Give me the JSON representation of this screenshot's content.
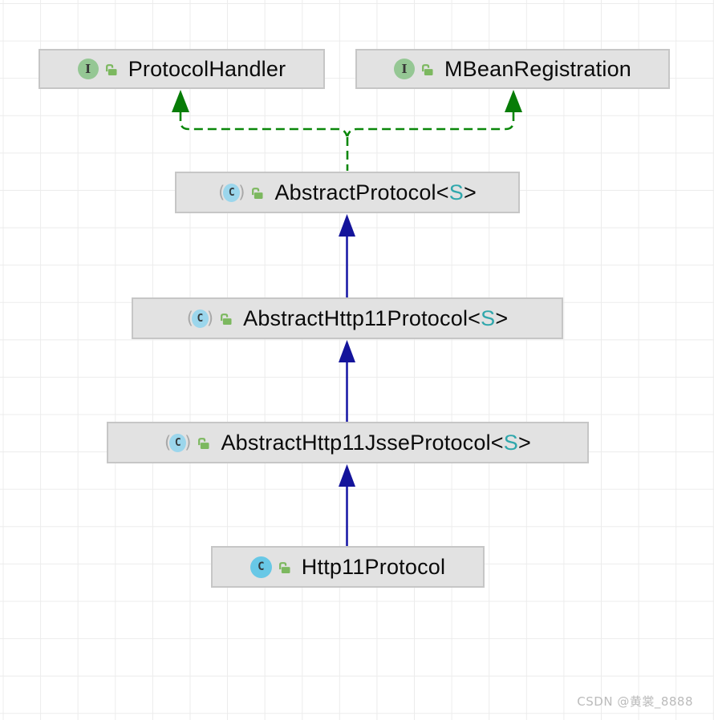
{
  "diagram": {
    "type": "uml-class-diagram",
    "nodes": [
      {
        "id": "protocol-handler",
        "kind": "interface",
        "name": "ProtocolHandler"
      },
      {
        "id": "mbean-registration",
        "kind": "interface",
        "name": "MBeanRegistration"
      },
      {
        "id": "abstract-protocol",
        "kind": "abstract-class",
        "name": "AbstractProtocol",
        "lt": "<",
        "generic": "S",
        "gt": ">"
      },
      {
        "id": "abstract-http11-protocol",
        "kind": "abstract-class",
        "name": "AbstractHttp11Protocol",
        "lt": "<",
        "generic": "S",
        "gt": ">"
      },
      {
        "id": "abstract-http11-jsse-protocol",
        "kind": "abstract-class",
        "name": "AbstractHttp11JsseProtocol",
        "lt": "<",
        "generic": "S",
        "gt": ">"
      },
      {
        "id": "http11-protocol",
        "kind": "class",
        "name": "Http11Protocol"
      }
    ],
    "edges": [
      {
        "from": "AbstractProtocol",
        "to": "ProtocolHandler",
        "type": "realization",
        "style": "dashed-green"
      },
      {
        "from": "AbstractProtocol",
        "to": "MBeanRegistration",
        "type": "realization",
        "style": "dashed-green"
      },
      {
        "from": "AbstractHttp11Protocol",
        "to": "AbstractProtocol",
        "type": "inheritance",
        "style": "solid-blue"
      },
      {
        "from": "AbstractHttp11JsseProtocol",
        "to": "AbstractHttp11Protocol",
        "type": "inheritance",
        "style": "solid-blue"
      },
      {
        "from": "Http11Protocol",
        "to": "AbstractHttp11JsseProtocol",
        "type": "inheritance",
        "style": "solid-blue"
      }
    ],
    "icon_glyphs": {
      "interface_letter": "I",
      "class_letter": "C",
      "paren_open": "(",
      "paren_close": ")"
    },
    "colors": {
      "node_fill": "#e2e2e2",
      "node_border": "#c6c6c6",
      "realization_green": "#0a870a",
      "inheritance_blue": "#1b1ba7",
      "interface_icon_green": "#95c794",
      "class_icon_blue": "#68c8e6",
      "abstract_class_icon_blue": "#9bd6ec",
      "lock_icon_green": "#7cb85f",
      "generic_teal": "#2fa7ac"
    }
  },
  "watermark": {
    "text": "CSDN @黄裳_8888"
  }
}
